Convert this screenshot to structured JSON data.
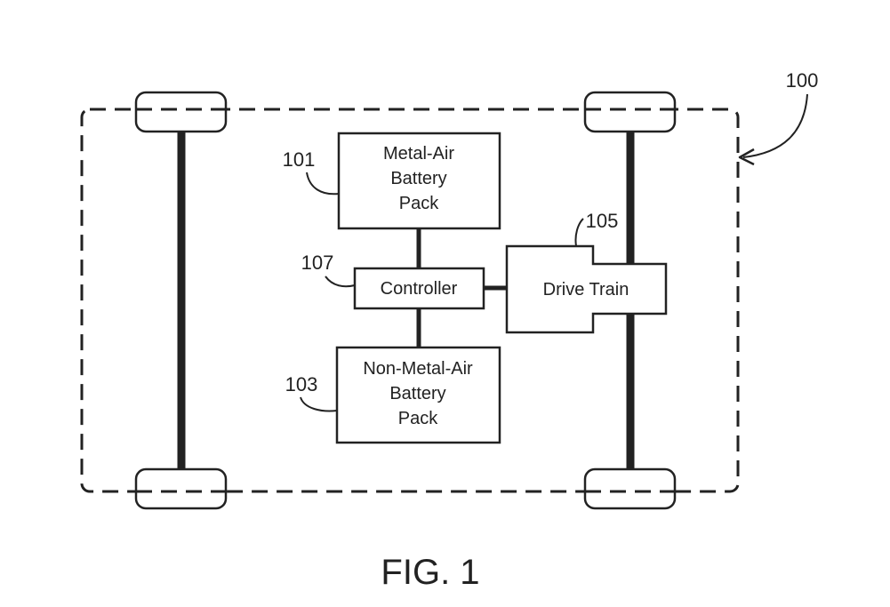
{
  "figure": {
    "caption": "FIG. 1",
    "vehicle": {
      "ref": "100"
    },
    "components": {
      "metal_air_battery": {
        "ref": "101",
        "lines": [
          "Metal-Air",
          "Battery",
          "Pack"
        ]
      },
      "non_metal_air_battery": {
        "ref": "103",
        "lines": [
          "Non-Metal-Air",
          "Battery",
          "Pack"
        ]
      },
      "drive_train": {
        "ref": "105",
        "label": "Drive Train"
      },
      "controller": {
        "ref": "107",
        "label": "Controller"
      }
    }
  },
  "colors": {
    "ink": "#222222",
    "background": "#ffffff"
  }
}
